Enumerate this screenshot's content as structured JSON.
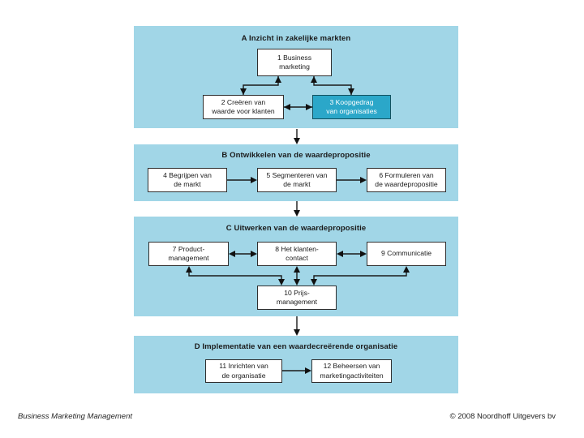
{
  "slide": {
    "footer_left": "Business Marketing Management",
    "footer_right": "© 2008 Noordhoff Uitgevers bv"
  },
  "colors": {
    "panel_background": "#a1d6e7",
    "highlight_box_fill": "#2ba7c9",
    "highlight_box_text": "#ffffff",
    "box_fill": "#ffffff",
    "box_border": "#2f2f2f",
    "text": "#1a1a1a",
    "arrow": "#1a1a1a"
  },
  "diagram": {
    "sections": [
      {
        "letter": "A",
        "title": "A Inzicht in zakelijke markten",
        "boxes": [
          {
            "number": 1,
            "label": "1 Business\nmarketing"
          },
          {
            "number": 2,
            "label": "2 Creëren van\nwaarde voor klanten"
          },
          {
            "number": 3,
            "label": "3 Koopgedrag\nvan organisaties",
            "highlighted": true
          }
        ]
      },
      {
        "letter": "B",
        "title": "B Ontwikkelen van de waardepropositie",
        "boxes": [
          {
            "number": 4,
            "label": "4 Begrijpen van\nde markt"
          },
          {
            "number": 5,
            "label": "5 Segmenteren van\nde markt"
          },
          {
            "number": 6,
            "label": "6 Formuleren van\nde waardepropositie"
          }
        ]
      },
      {
        "letter": "C",
        "title": "C Uitwerken van de waardepropositie",
        "boxes": [
          {
            "number": 7,
            "label": "7 Product-\nmanagement"
          },
          {
            "number": 8,
            "label": "8 Het klanten-\ncontact"
          },
          {
            "number": 9,
            "label": "9 Communicatie"
          },
          {
            "number": 10,
            "label": "10 Prijs-\nmanagement"
          }
        ]
      },
      {
        "letter": "D",
        "title": "D Implementatie van een waardecreërende organisatie",
        "boxes": [
          {
            "number": 11,
            "label": "11 Inrichten van\nde organisatie"
          },
          {
            "number": 12,
            "label": "12 Beheersen van\nmarketingactiviteiten"
          }
        ]
      }
    ]
  }
}
